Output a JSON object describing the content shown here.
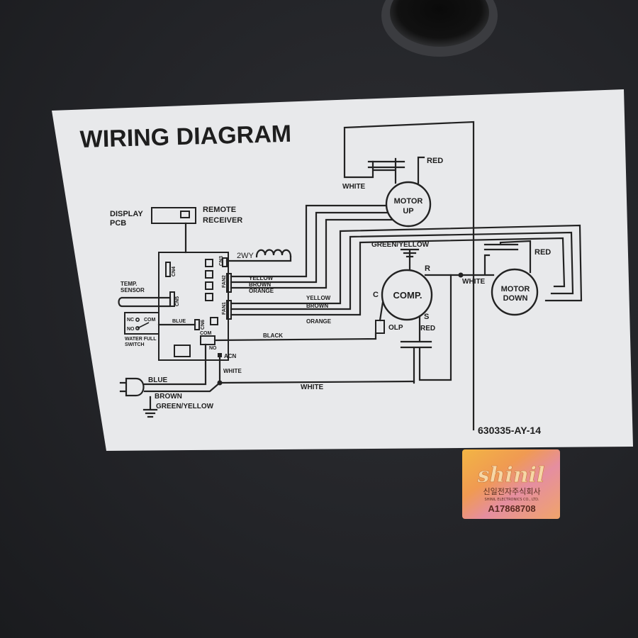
{
  "diagram": {
    "title": "WIRING DIAGRAM",
    "model_code": "630335-AY-14",
    "labels": {
      "display_pcb": "DISPLAY",
      "display_pcb2": "PCB",
      "remote": "REMOTE",
      "receiver": "RECEIVER",
      "temp_sensor": "TEMP.",
      "temp_sensor2": "SENSOR",
      "nc": "NC",
      "com_sw": "COM",
      "no_sw": "NO",
      "water_full": "WATER FULL",
      "water_full2": "SWITCH",
      "blue_cn6": "BLUE",
      "com_relay": "COM",
      "no_relay": "NO",
      "acn": "ACN",
      "white_acn": "WHITE",
      "cn4": "CN4",
      "cn5": "CN5",
      "cn6": "CN6",
      "cn3": "CN3",
      "fan2": "FAN2",
      "fan1": "FAN1",
      "two_wy": "2WY",
      "yellow_a": "YELLOW",
      "brown_a": "BROWN",
      "orange_a": "ORANGE",
      "yellow_b": "YELLOW",
      "brown_b": "BROWN",
      "orange_b": "ORANGE",
      "black": "BLACK",
      "white_top": "WHITE",
      "red_top": "RED",
      "motor_up": "MOTOR",
      "motor_up2": "UP",
      "green_yellow_comp": "GREEN/YELLOW",
      "r": "R",
      "c": "C",
      "s": "S",
      "comp": "COMP.",
      "olp": "OLP",
      "red_s": "RED",
      "white_mid": "WHITE",
      "red_right": "RED",
      "motor_down": "MOTOR",
      "motor_down2": "DOWN",
      "blue_plug": "BLUE",
      "brown_plug": "BROWN",
      "green_yellow_plug": "GREEN/YELLOW",
      "white_bottom": "WHITE"
    }
  },
  "sticker": {
    "logo_text": "shinil",
    "korean": "신일전자주식회사",
    "company_en": "SHINIL ELECTRONICS CO., LTD.",
    "serial": "A17868708"
  },
  "colors": {
    "label_paper": "#e8e9eb",
    "ink": "#222222",
    "housing": "#26272b"
  }
}
